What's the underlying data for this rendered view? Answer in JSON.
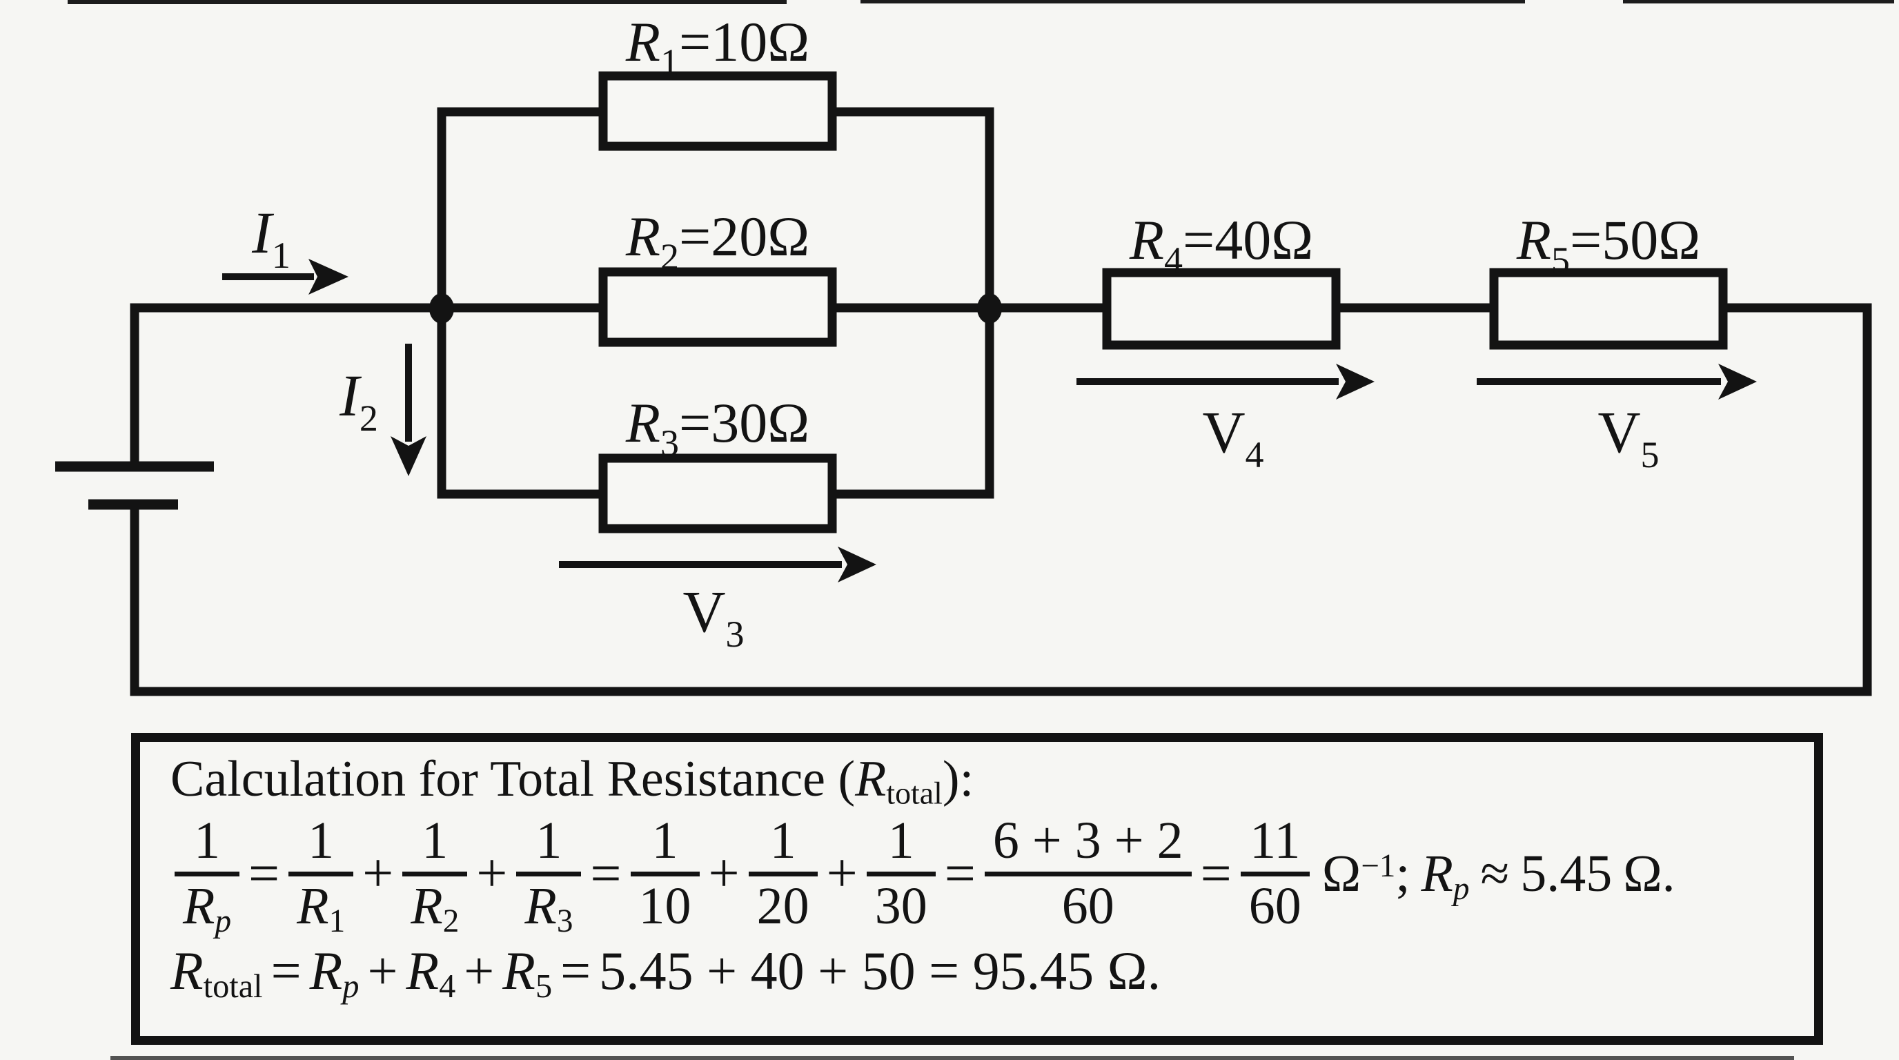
{
  "page": {
    "background": "#f6f6f3",
    "ink": "#131313"
  },
  "circuit": {
    "resistors": [
      {
        "var": "R",
        "sub": "1",
        "rest": "=10Ω"
      },
      {
        "var": "R",
        "sub": "2",
        "rest": "=20Ω"
      },
      {
        "var": "R",
        "sub": "3",
        "rest": "=30Ω"
      },
      {
        "var": "R",
        "sub": "4",
        "rest": "=40Ω"
      },
      {
        "var": "R",
        "sub": "5",
        "rest": "=50Ω"
      }
    ],
    "currents": [
      {
        "var": "I",
        "sub": "1"
      },
      {
        "var": "I",
        "sub": "2"
      }
    ],
    "voltages": [
      {
        "var": "V",
        "sub": "3"
      },
      {
        "var": "V",
        "sub": "4"
      },
      {
        "var": "V",
        "sub": "5"
      }
    ]
  },
  "calc": {
    "title": {
      "pre": "Calculation for Total Resistance (",
      "var": "R",
      "sub": "total",
      "post": "):"
    },
    "line2": {
      "fracs": [
        {
          "n": "1",
          "dvar": "R",
          "dsub": "p"
        },
        {
          "n": "1",
          "dvar": "R",
          "dsub": "1"
        },
        {
          "n": "1",
          "dvar": "R",
          "dsub": "2"
        },
        {
          "n": "1",
          "dvar": "R",
          "dsub": "3"
        },
        {
          "n": "1",
          "d": "10"
        },
        {
          "n": "1",
          "d": "20"
        },
        {
          "n": "1",
          "d": "30"
        },
        {
          "n": "6 + 3 + 2",
          "d": "60"
        },
        {
          "n": "11",
          "d": "60"
        }
      ],
      "ops": [
        "=",
        "+",
        "+",
        "=",
        "+",
        "+",
        "=",
        "="
      ],
      "tail": {
        "omega": "Ω",
        "sup": "−1",
        "semi": ";",
        "rvar": "R",
        "rsub": "p",
        "approx": "≈",
        "val": "5.45",
        "unit": "Ω."
      }
    },
    "line3": {
      "lvar": "R",
      "lsub": "total",
      "eq": "=",
      "terms": [
        {
          "var": "R",
          "sub": "p"
        },
        {
          "var": "R",
          "sub": "4"
        },
        {
          "var": "R",
          "sub": "5"
        }
      ],
      "plus": "+",
      "eq2": "=",
      "nums": "5.45 + 40 + 50 = 95.45 Ω."
    }
  }
}
